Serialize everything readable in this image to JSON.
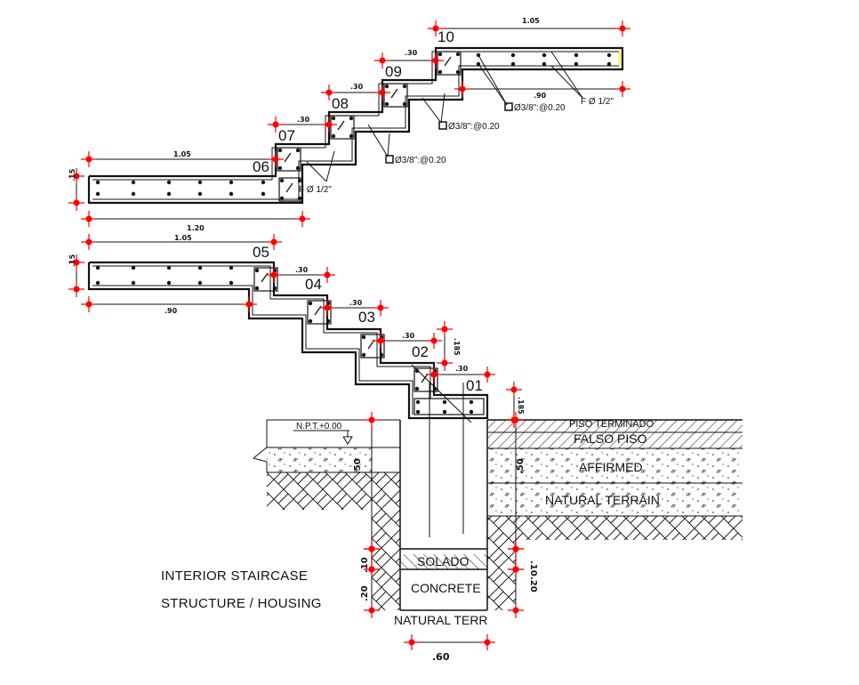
{
  "title": {
    "line1": "INTERIOR  STAIRCASE",
    "line2": "STRUCTURE  /  HOUSING"
  },
  "steps": [
    "01",
    "02",
    "03",
    "04",
    "05",
    "06",
    "07",
    "08",
    "09",
    "10"
  ],
  "dimensions": {
    "top_landing_length": "1.05",
    "top_landing_inner": ".90",
    "mid_upper_landing_length": "1.05",
    "mid_upper_landing_total": "1.20",
    "mid_lower_landing_length": "1.05",
    "lower_landing_inner": ".90",
    "tread": ".30",
    "riser": ".185",
    "slab_thickness": ".15",
    "footing_width": ".60",
    "depth_left": ".50",
    "depth_right": ".50",
    "solado_thickness": ".10",
    "concrete_thickness": ".20"
  },
  "rebar_notes": {
    "main_bar": "F Ø 1/2\"",
    "stirrup": "Ø3/8\":@0.20"
  },
  "levels": {
    "npt": "N.P.T.+0.00"
  },
  "layers": {
    "finished_floor": "PISO TERMINADO",
    "false_floor": "FALSO PISO",
    "affirmed": "AFFIRMED",
    "natural_terrain": "NATURAL TERRAIN",
    "solado": "SOLADO",
    "concrete": "CONCRETE",
    "natural_terr_short": "NATURAL TERR"
  },
  "colors": {
    "line": "#111111",
    "dim_marker": "#ff0000",
    "highlight": "#ffff00"
  }
}
